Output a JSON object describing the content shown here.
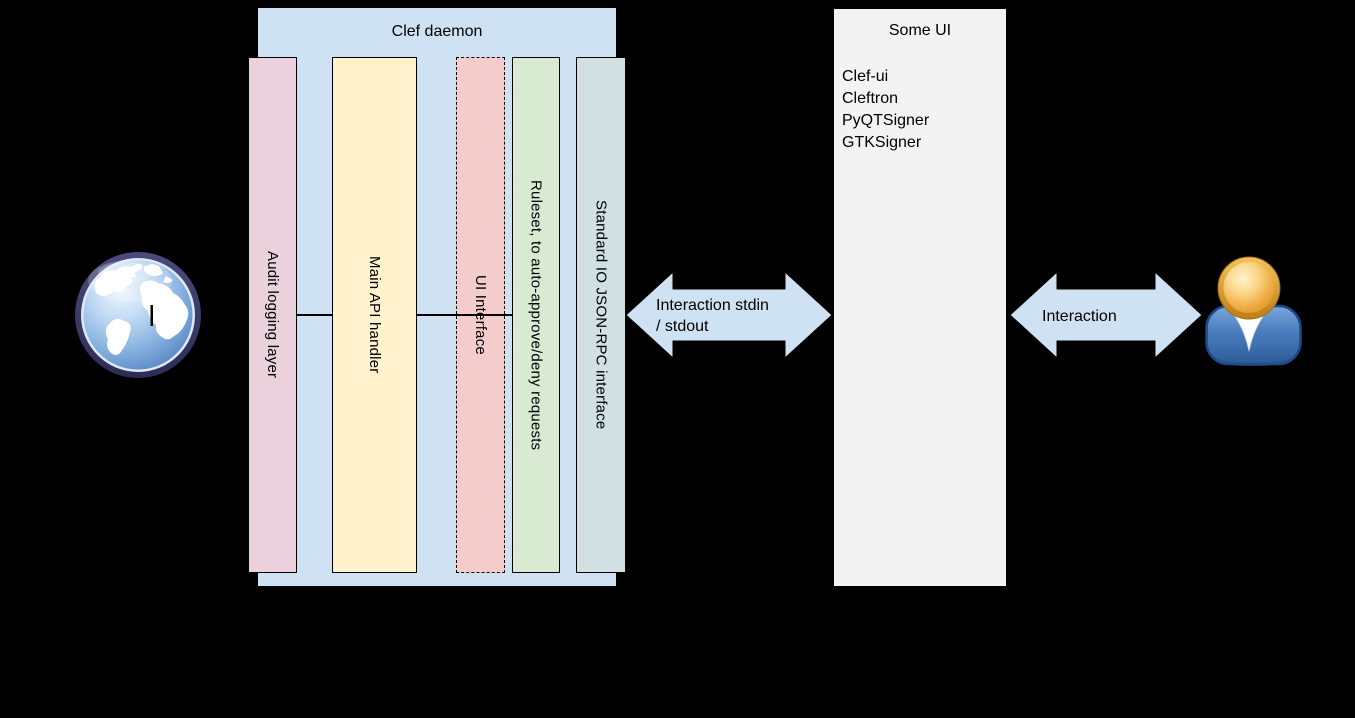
{
  "canvas": {
    "background": "#000000"
  },
  "clef_daemon": {
    "title": "Clef daemon",
    "fill": "#cfe2f3",
    "bars": [
      {
        "label": "Audit logging layer",
        "fill": "#ead1dc",
        "border": "solid"
      },
      {
        "label": "Main API handler",
        "fill": "#fff2cc",
        "border": "solid"
      },
      {
        "label": "UI Interface",
        "fill": "#f4cccc",
        "border": "dashed"
      },
      {
        "label": "Ruleset, to auto-approve/deny requests",
        "fill": "#d9ead3",
        "border": "solid"
      },
      {
        "label": "Standard IO JSON-RPC interface",
        "fill": "#d0e0e3",
        "border": "solid"
      }
    ]
  },
  "some_ui": {
    "title": "Some UI",
    "fill": "#f3f3f3",
    "items": [
      "Clef-ui",
      "Cleftron",
      "PyQTSigner",
      "GTKSigner"
    ]
  },
  "arrows": [
    {
      "name": "stdio-interaction",
      "fill": "#cfe2f3",
      "label_line1": "Interaction stdin",
      "label_line2": "/ stdout"
    },
    {
      "name": "user-interaction",
      "fill": "#cfe2f3",
      "label": "Interaction"
    }
  ],
  "icons": {
    "left": "globe",
    "right": "person-user"
  }
}
